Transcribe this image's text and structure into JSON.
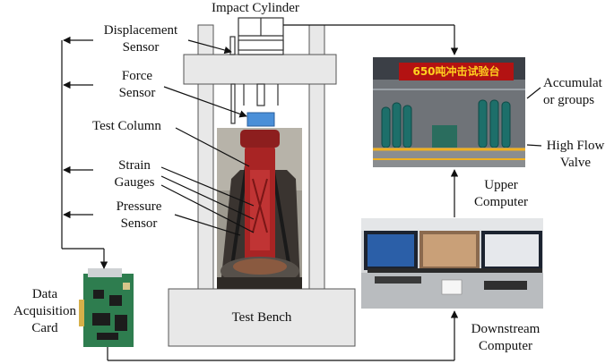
{
  "labels": {
    "impact_cylinder": "Impact Cylinder",
    "displacement_sensor": [
      "Displacement",
      "Sensor"
    ],
    "force_sensor": [
      "Force",
      "Sensor"
    ],
    "test_column": "Test Column",
    "strain_gauges": [
      "Strain",
      "Gauges"
    ],
    "pressure_sensor": [
      "Pressure",
      "Sensor"
    ],
    "data_acquisition_card": [
      "Data",
      "Acquisition",
      "Card"
    ],
    "test_bench": "Test Bench",
    "accumulator_groups": [
      "Accumulat",
      "or groups"
    ],
    "high_flow_valve": [
      "High Flow",
      "Valve"
    ],
    "upper_computer": [
      "Upper",
      "Computer"
    ],
    "downstream_computer": [
      "Downstream",
      "Computer"
    ]
  },
  "banner_text": "650吨冲击试验台",
  "colors": {
    "frame_fill": "#e8e8e8",
    "frame_stroke": "#555555",
    "force_sensor": "#4a8fd8",
    "column_red": "#a82424",
    "pcb_green": "#2e7d4f",
    "banner_red": "#b31212",
    "banner_text": "#ffd21f",
    "screen_blue": "#2b5fa8"
  }
}
